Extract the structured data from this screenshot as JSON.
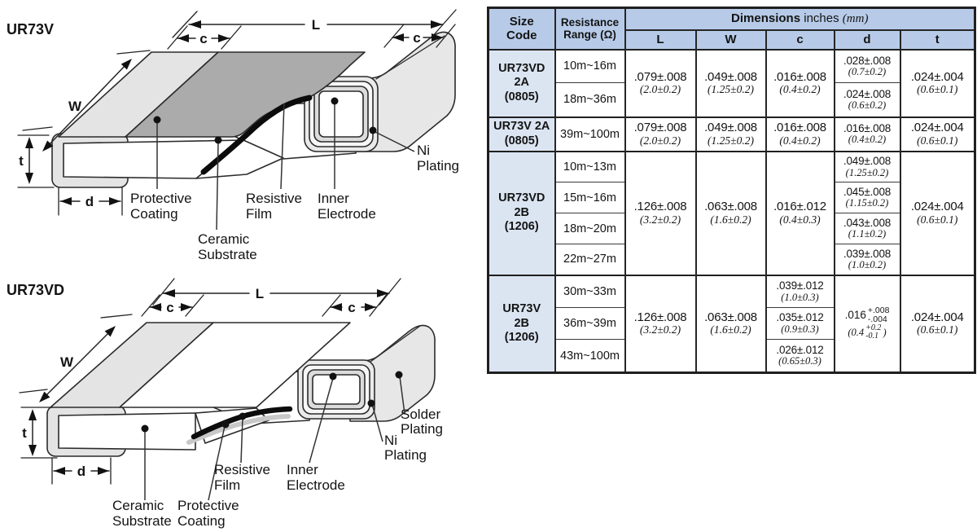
{
  "figures": {
    "fig1": {
      "title": "UR73V",
      "dim_L": "L",
      "dim_c_left": "c",
      "dim_c_right": "c",
      "dim_W": "W",
      "dim_t": "t",
      "dim_d": "d",
      "protective_coating": [
        "Protective",
        "Coating"
      ],
      "ceramic_substrate": [
        "Ceramic",
        "Substrate"
      ],
      "resistive_film": [
        "Resistive",
        "Film"
      ],
      "inner_electrode": [
        "Inner",
        "Electrode"
      ],
      "ni_plating": [
        "Ni",
        "Plating"
      ]
    },
    "fig2": {
      "title": "UR73VD",
      "dim_L": "L",
      "dim_c_left": "c",
      "dim_c_right": "c",
      "dim_W": "W",
      "dim_t": "t",
      "dim_d": "d",
      "ceramic_substrate": [
        "Ceramic",
        "Substrate"
      ],
      "protective_coating": [
        "Protective",
        "Coating"
      ],
      "resistive_film": [
        "Resistive",
        "Film"
      ],
      "inner_electrode": [
        "Inner",
        "Electrode"
      ],
      "ni_plating": [
        "Ni",
        "Plating"
      ],
      "solder_plating": [
        "Solder",
        "Plating"
      ]
    }
  },
  "table": {
    "colors": {
      "header_bg": "#b7cbe8",
      "size_code_bg": "#dbe5f2",
      "border": "#262626",
      "coating_gray": "#ababab",
      "cap_gray": "#e5e5e5"
    },
    "header": {
      "size_code": [
        "Size",
        "Code"
      ],
      "resistance": [
        "Resistance",
        "Range (Ω)"
      ],
      "dim_bold": "Dimensions",
      "dim_normal": "inches",
      "dim_mm": "(mm)",
      "columns": [
        "L",
        "W",
        "c",
        "d",
        "t"
      ]
    },
    "groups": [
      {
        "code": [
          "UR73VD",
          "2A",
          "(0805)"
        ],
        "ranges": [
          "10m~16m",
          "18m~36m"
        ],
        "L": {
          "in": ".079±.008",
          "mm": "(2.0±0.2)"
        },
        "W": {
          "in": ".049±.008",
          "mm": "(1.25±0.2)"
        },
        "c": {
          "in": ".016±.008",
          "mm": "(0.4±0.2)"
        },
        "d_list": [
          {
            "in": ".028±.008",
            "mm": "(0.7±0.2)"
          },
          {
            "in": ".024±.008",
            "mm": "(0.6±0.2)"
          }
        ],
        "t": {
          "in": ".024±.004",
          "mm": "(0.6±0.1)"
        }
      },
      {
        "code": [
          "UR73V 2A",
          "(0805)"
        ],
        "ranges": [
          "39m~100m"
        ],
        "L": {
          "in": ".079±.008",
          "mm": "(2.0±0.2)"
        },
        "W": {
          "in": ".049±.008",
          "mm": "(1.25±0.2)"
        },
        "c": {
          "in": ".016±.008",
          "mm": "(0.4±0.2)"
        },
        "d": {
          "in": ".016±.008",
          "mm": "(0.4±0.2)"
        },
        "t": {
          "in": ".024±.004",
          "mm": "(0.6±0.1)"
        }
      },
      {
        "code": [
          "UR73VD",
          "2B",
          "(1206)"
        ],
        "ranges": [
          "10m~13m",
          "15m~16m",
          "18m~20m",
          "22m~27m"
        ],
        "L": {
          "in": ".126±.008",
          "mm": "(3.2±0.2)"
        },
        "W": {
          "in": ".063±.008",
          "mm": "(1.6±0.2)"
        },
        "c": {
          "in": ".016±.012",
          "mm": "(0.4±0.3)"
        },
        "d_list": [
          {
            "in": ".049±.008",
            "mm": "(1.25±0.2)"
          },
          {
            "in": ".045±.008",
            "mm": "(1.15±0.2)"
          },
          {
            "in": ".043±.008",
            "mm": "(1.1±0.2)"
          },
          {
            "in": ".039±.008",
            "mm": "(1.0±0.2)"
          }
        ],
        "t": {
          "in": ".024±.004",
          "mm": "(0.6±0.1)"
        }
      },
      {
        "code": [
          "UR73V",
          "2B",
          "(1206)"
        ],
        "ranges": [
          "30m~33m",
          "36m~39m",
          "43m~100m"
        ],
        "L": {
          "in": ".126±.008",
          "mm": "(3.2±0.2)"
        },
        "W": {
          "in": ".063±.008",
          "mm": "(1.6±0.2)"
        },
        "c_list": [
          {
            "in": ".039±.012",
            "mm": "(1.0±0.3)"
          },
          {
            "in": ".035±.012",
            "mm": "(0.9±0.3)"
          },
          {
            "in": ".026±.012",
            "mm": "(0.65±0.3)"
          }
        ],
        "d": {
          "in_main": ".016",
          "in_plus": "+.008",
          "in_minus": "-.004",
          "mm_main": "(0.4",
          "mm_plus": "+0.2",
          "mm_minus": "-0.1",
          "mm_close": ")"
        },
        "t": {
          "in": ".024±.004",
          "mm": "(0.6±0.1)"
        }
      }
    ]
  }
}
